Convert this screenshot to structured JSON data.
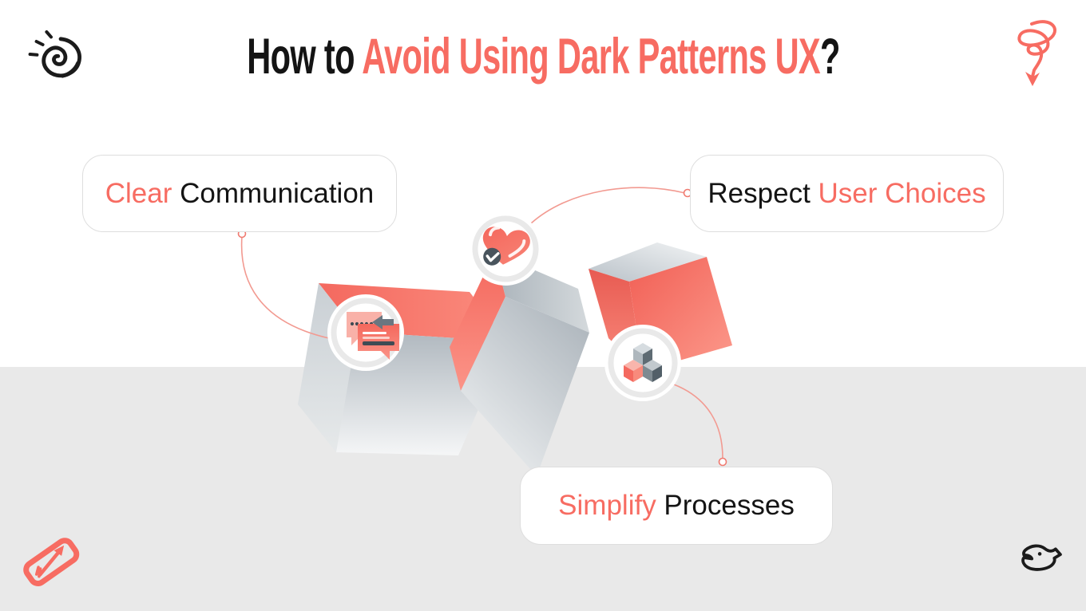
{
  "title": {
    "prefix": "How to ",
    "highlight": "Avoid Using Dark Patterns UX",
    "suffix": "?"
  },
  "cards": [
    {
      "name": "clear-communication",
      "parts": [
        {
          "text": "Clear",
          "class": "accent"
        },
        {
          "text": " Communication",
          "class": "dark"
        }
      ]
    },
    {
      "name": "respect-user-choices",
      "parts": [
        {
          "text": "Respect",
          "class": "dark"
        },
        {
          "text": " User Choices",
          "class": "accent"
        }
      ]
    },
    {
      "name": "simplify-processes",
      "parts": [
        {
          "text": "Simplify",
          "class": "accent"
        },
        {
          "text": " Processes",
          "class": "dark"
        }
      ]
    }
  ],
  "badges": [
    {
      "name": "chat-bubbles",
      "meaning": "clear communication"
    },
    {
      "name": "heart-with-check",
      "meaning": "respect user choices"
    },
    {
      "name": "mini-cubes",
      "meaning": "simplify processes"
    }
  ],
  "decorations": {
    "top_left": "spiral-shell-doodle",
    "top_right": "swirl-arrow-doodle",
    "bottom_left": "arrow-stamp-doodle",
    "bottom_right": "fish-doodle"
  },
  "colors": {
    "accent": "#f76c62",
    "ink": "#141414",
    "band_gray": "#e9e9e9",
    "card_border": "#dedede",
    "connector": "#f29a91",
    "cube_gray_dark": "#aeb6bd",
    "cube_gray_light": "#f2f4f5",
    "slate": "#49545d"
  }
}
